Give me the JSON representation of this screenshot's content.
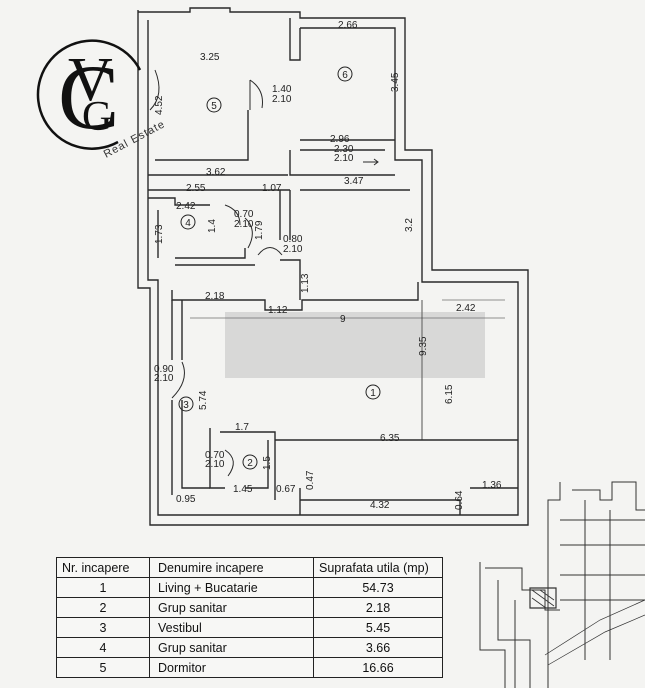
{
  "logo": {
    "letters_v": "V",
    "letters_g": "G",
    "letters_c": "C",
    "subtitle": "Real Estate"
  },
  "rooms_markers": [
    "1",
    "2",
    "3",
    "4",
    "5",
    "6"
  ],
  "dimensions": {
    "d_266": "2.66",
    "d_325": "3.25",
    "d_345": "3.45",
    "d_452": "4.52",
    "d_140": "1.40",
    "d_210a": "2.10",
    "d_296": "2.96",
    "d_230": "2.30",
    "d_210b": "2.10",
    "d_362": "3.62",
    "d_255": "2.55",
    "d_107": "1.07",
    "d_347": "3.47",
    "d_242a": "2.42",
    "d_070a": "0.70",
    "d_210c": "2.10",
    "d_173": "1.73",
    "d_14": "1.4",
    "d_179": "1.79",
    "d_32": "3.2",
    "d_080": "0.80",
    "d_210d": "2.10",
    "d_113": "1.13",
    "d_218": "2.18",
    "d_112": "1.12",
    "d_242b": "2.42",
    "d_9": "9",
    "d_935": "9.35",
    "d_090": "0.90",
    "d_210e": "2.10",
    "d_574": "5.74",
    "d_615": "6.15",
    "d_17": "1.7",
    "d_635": "6.35",
    "d_070b": "0.70",
    "d_210f": "2.10",
    "d_15": "1.5",
    "d_047": "0.47",
    "d_145": "1.45",
    "d_067": "0.67",
    "d_095": "0.95",
    "d_432": "4.32",
    "d_064": "0.64",
    "d_136": "1.36"
  },
  "table": {
    "headers": {
      "nr": "Nr. incapere",
      "name": "Denumire incapere",
      "area": "Suprafata utila (mp)"
    },
    "rows": [
      {
        "nr": "1",
        "name": "Living + Bucatarie",
        "area": "54.73"
      },
      {
        "nr": "2",
        "name": "Grup sanitar",
        "area": "2.18"
      },
      {
        "nr": "3",
        "name": "Vestibul",
        "area": "5.45"
      },
      {
        "nr": "4",
        "name": "Grup sanitar",
        "area": "3.66"
      },
      {
        "nr": "5",
        "name": "Dormitor",
        "area": "16.66"
      }
    ]
  },
  "colors": {
    "ink": "#222222",
    "paper": "#f4f4f2"
  }
}
